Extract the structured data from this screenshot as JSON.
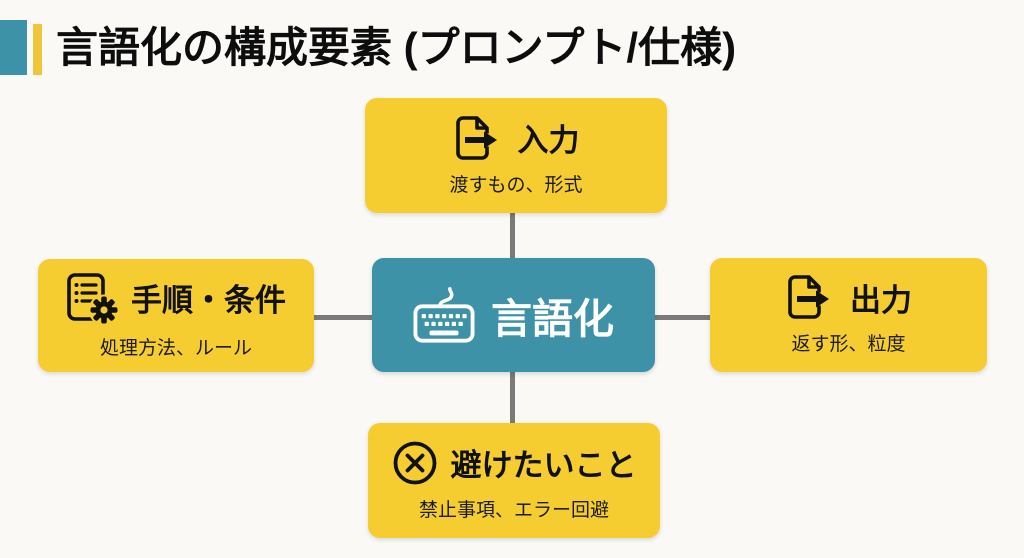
{
  "title": "言語化の構成要素 (プロンプト/仕様)",
  "center": {
    "label": "言語化",
    "icon": "keyboard-icon"
  },
  "nodes": [
    {
      "id": "input",
      "icon": "file-export-icon",
      "label": "入力",
      "sub": "渡すもの、形式"
    },
    {
      "id": "steps",
      "icon": "list-gear-icon",
      "label": "手順・条件",
      "sub": "処理方法、ルール"
    },
    {
      "id": "output",
      "icon": "file-export-icon",
      "label": "出力",
      "sub": "返す形、粒度"
    },
    {
      "id": "avoid",
      "icon": "circle-x-icon",
      "label": "避けたいこと",
      "sub": "禁止事項、エラー回避"
    }
  ],
  "colors": {
    "box_yellow": "#F5CD31",
    "box_teal": "#3E92A8",
    "background": "#FAF9F5",
    "connector_gray": "#7A7A7A",
    "text_black": "#111111",
    "center_text_white": "#FFFFFF"
  }
}
